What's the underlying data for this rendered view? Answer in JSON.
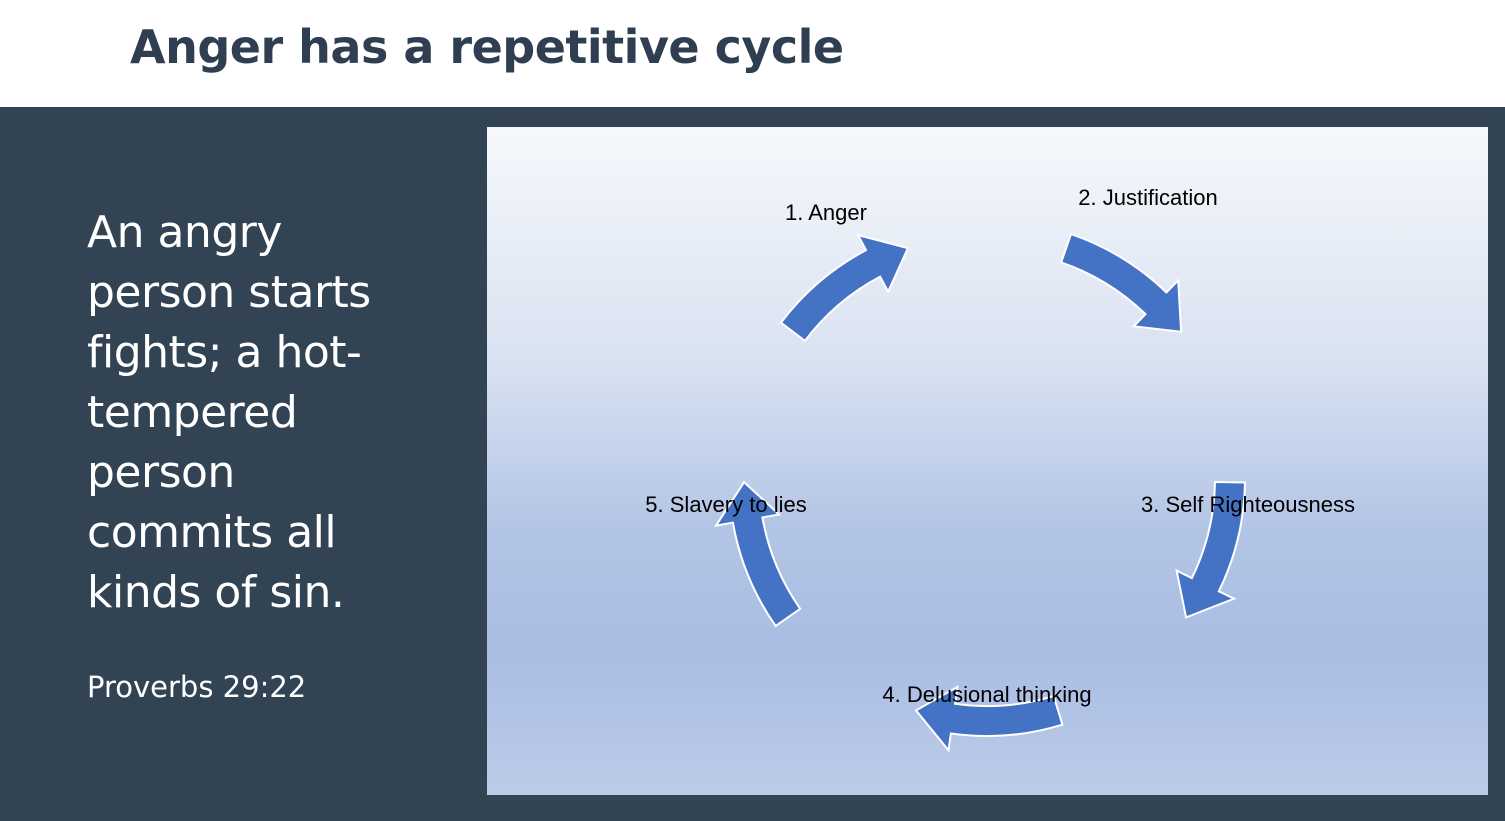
{
  "slide": {
    "title": "Anger has a repetitive cycle",
    "quote": "An angry person starts fights; a hot-tempered person commits all kinds of sin.",
    "reference": "Proverbs 29:22"
  },
  "diagram": {
    "nodes": [
      {
        "label": "1. Anger"
      },
      {
        "label": "2. Justification"
      },
      {
        "label": "3. Self Righteousness"
      },
      {
        "label": "4. Delusional thinking"
      },
      {
        "label": "5. Slavery to lies"
      }
    ]
  },
  "colors": {
    "title": "#2f3f51",
    "panel_background": "#324354",
    "arrow_fill": "#4472c4",
    "arrow_outline": "#ffffff",
    "node_text": "#000000"
  }
}
